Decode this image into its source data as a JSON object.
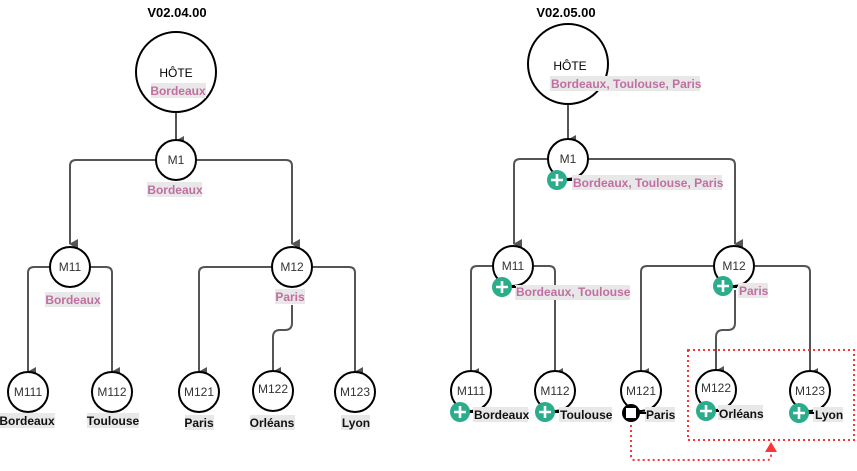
{
  "colors": {
    "edge": "#555555",
    "node_stroke": "#000000",
    "location_text_pink": "#c06fa0",
    "location_bg": "#e8e8e8",
    "add_badge": "#2bac8a",
    "highlight_dotted": "#ff3333"
  },
  "diagrams": [
    {
      "title": "V02.04.00",
      "host": {
        "label": "HÔTE",
        "location": "Bordeaux"
      },
      "nodes": [
        {
          "id": "M1",
          "location": "Bordeaux"
        },
        {
          "id": "M11",
          "location": "Bordeaux"
        },
        {
          "id": "M12",
          "location": "Paris"
        },
        {
          "id": "M111",
          "location": "Bordeaux"
        },
        {
          "id": "M112",
          "location": "Toulouse"
        },
        {
          "id": "M121",
          "location": "Paris"
        },
        {
          "id": "M122",
          "location": "Orléans"
        },
        {
          "id": "M123",
          "location": "Lyon"
        }
      ]
    },
    {
      "title": "V02.05.00",
      "host": {
        "label": "HÔTE",
        "location": "Bordeaux, Toulouse, Paris"
      },
      "nodes": [
        {
          "id": "M1",
          "location": "Bordeaux, Toulouse, Paris",
          "badge": "add"
        },
        {
          "id": "M11",
          "location": "Bordeaux, Toulouse",
          "badge": "add"
        },
        {
          "id": "M12",
          "location": "Paris",
          "badge": "add"
        },
        {
          "id": "M111",
          "location": "Bordeaux",
          "badge": "add"
        },
        {
          "id": "M112",
          "location": "Toulouse",
          "badge": "add"
        },
        {
          "id": "M121",
          "location": "Paris",
          "badge": "stop"
        },
        {
          "id": "M122",
          "location": "Orléans",
          "badge": "add"
        },
        {
          "id": "M123",
          "location": "Lyon",
          "badge": "add"
        }
      ]
    }
  ]
}
